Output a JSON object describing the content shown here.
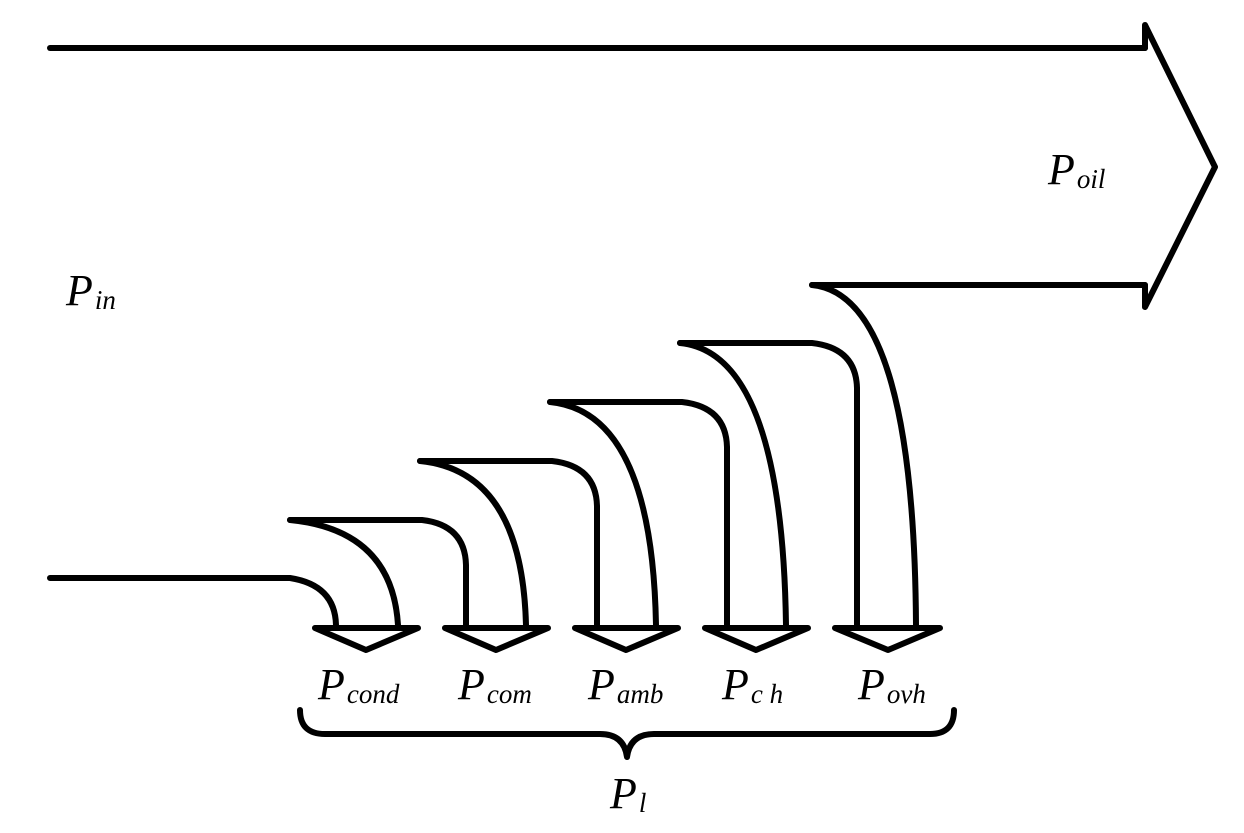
{
  "diagram": {
    "type": "power-flow",
    "colors": {
      "stroke": "#000000",
      "background": "#ffffff"
    },
    "input": {
      "symbol": "P",
      "subscript": "in"
    },
    "output": {
      "symbol": "P",
      "subscript": "oil"
    },
    "losses": [
      {
        "symbol": "P",
        "subscript": "cond"
      },
      {
        "symbol": "P",
        "subscript": "com"
      },
      {
        "symbol": "P",
        "subscript": "amb"
      },
      {
        "symbol": "P",
        "subscript": "c h"
      },
      {
        "symbol": "P",
        "subscript": "ovh"
      }
    ],
    "total_loss": {
      "symbol": "P",
      "subscript": "l"
    }
  }
}
